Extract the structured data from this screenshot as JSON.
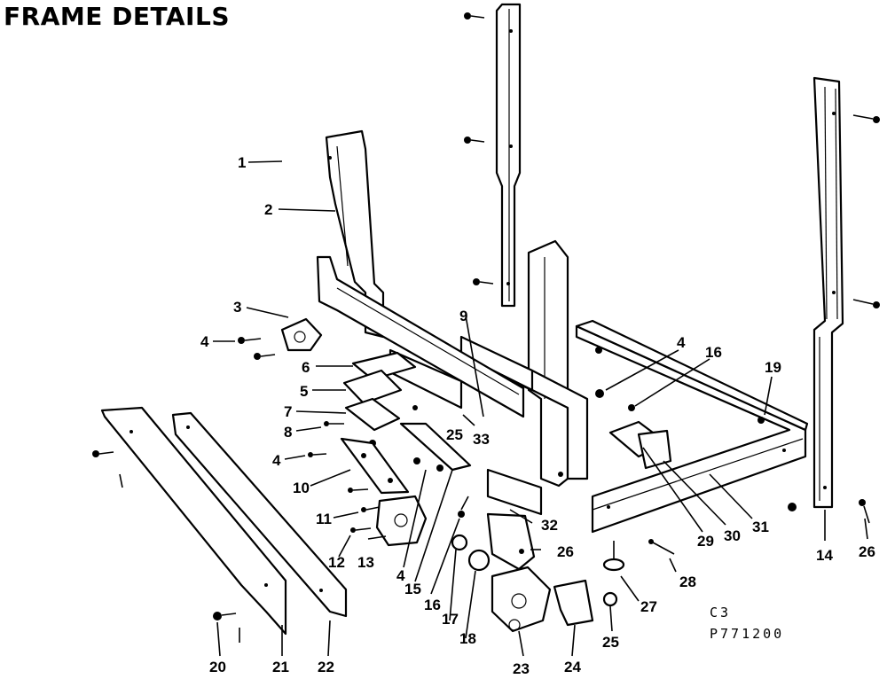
{
  "title": "FRAME DETAILS",
  "drawing_code": {
    "line1": "C3",
    "line2": "P771200"
  },
  "callouts": [
    {
      "id": "1",
      "text": "1"
    },
    {
      "id": "2",
      "text": "2"
    },
    {
      "id": "3",
      "text": "3"
    },
    {
      "id": "4a",
      "text": "4"
    },
    {
      "id": "6",
      "text": "6"
    },
    {
      "id": "5",
      "text": "5"
    },
    {
      "id": "7",
      "text": "7"
    },
    {
      "id": "8",
      "text": "8"
    },
    {
      "id": "4b",
      "text": "4"
    },
    {
      "id": "10",
      "text": "10"
    },
    {
      "id": "11",
      "text": "11"
    },
    {
      "id": "12",
      "text": "12"
    },
    {
      "id": "13",
      "text": "13"
    },
    {
      "id": "4c",
      "text": "4"
    },
    {
      "id": "15",
      "text": "15"
    },
    {
      "id": "16a",
      "text": "16"
    },
    {
      "id": "17",
      "text": "17"
    },
    {
      "id": "18",
      "text": "18"
    },
    {
      "id": "20",
      "text": "20"
    },
    {
      "id": "21",
      "text": "21"
    },
    {
      "id": "22",
      "text": "22"
    },
    {
      "id": "23",
      "text": "23"
    },
    {
      "id": "24",
      "text": "24"
    },
    {
      "id": "25a",
      "text": "25"
    },
    {
      "id": "25b",
      "text": "25"
    },
    {
      "id": "33",
      "text": "33"
    },
    {
      "id": "9",
      "text": "9"
    },
    {
      "id": "32",
      "text": "32"
    },
    {
      "id": "26a",
      "text": "26"
    },
    {
      "id": "27",
      "text": "27"
    },
    {
      "id": "28a",
      "text": "28"
    },
    {
      "id": "29",
      "text": "29"
    },
    {
      "id": "30",
      "text": "30"
    },
    {
      "id": "31",
      "text": "31"
    },
    {
      "id": "4d",
      "text": "4"
    },
    {
      "id": "16b",
      "text": "16"
    },
    {
      "id": "19",
      "text": "19"
    },
    {
      "id": "14",
      "text": "14"
    },
    {
      "id": "26b",
      "text": "26"
    }
  ]
}
